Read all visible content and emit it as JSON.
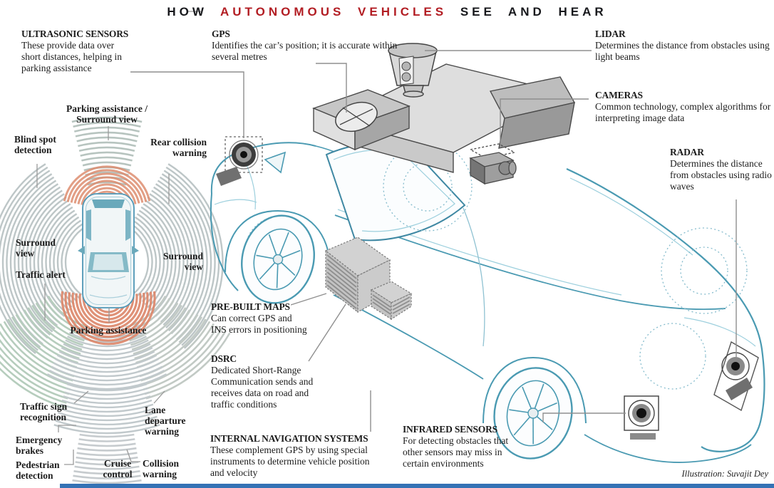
{
  "title": {
    "word1": "HOW",
    "highlight": "AUTONOMOUS VEHICLES",
    "word2": "SEE AND HEAR"
  },
  "colors": {
    "accent_red": "#b21d23",
    "car_teal": "#4a9ab2",
    "warning_orange": "#dd8a6e",
    "footer_blue": "#3472b5"
  },
  "credit": "Illustration: Suvajit Dey",
  "callouts": {
    "ultrasonic": {
      "title": "ULTRASONIC SENSORS",
      "body": "These provide data over short distances, helping in parking assistance"
    },
    "gps": {
      "title": "GPS",
      "body": "Identifies the car’s position; it is accurate within several metres"
    },
    "lidar": {
      "title": "LIDAR",
      "body": "Determines the distance from obstacles using light beams"
    },
    "cameras": {
      "title": "CAMERAS",
      "body": "Common technology, complex algorithms for interpreting image data"
    },
    "radar": {
      "title": "RADAR",
      "body": "Determines the distance from obstacles using radio waves"
    },
    "prebuilt_maps": {
      "title": "PRE-BUILT MAPS",
      "body": "Can correct GPS and INS errors in positioning"
    },
    "dsrc": {
      "title": "DSRC",
      "body": "Dedicated Short-Range Communication sends and receives data on road and traffic conditions"
    },
    "ins": {
      "title": "INTERNAL NAVIGATION SYSTEMS",
      "body": "These complement GPS by using special instruments to determine vehicle position and velocity"
    },
    "infrared": {
      "title": "INFRARED SENSORS",
      "body": "For detecting obstacles that other sensors may miss in certain environments"
    }
  },
  "zones": {
    "parking_surround": "Parking assistance / Surround view",
    "blind_spot": "Blind spot detection",
    "rear_collision": "Rear collision warning",
    "surround_left": "Surround view",
    "traffic_alert": "Traffic alert",
    "surround_right": "Surround view",
    "parking_assistance": "Parking assistance",
    "traffic_sign": "Traffic sign recognition",
    "lane_departure": "Lane departure warning",
    "emergency_brakes": "Emergency brakes",
    "pedestrian": "Pedestrian detection",
    "cruise": "Cruise control",
    "collision": "Collision warning"
  }
}
